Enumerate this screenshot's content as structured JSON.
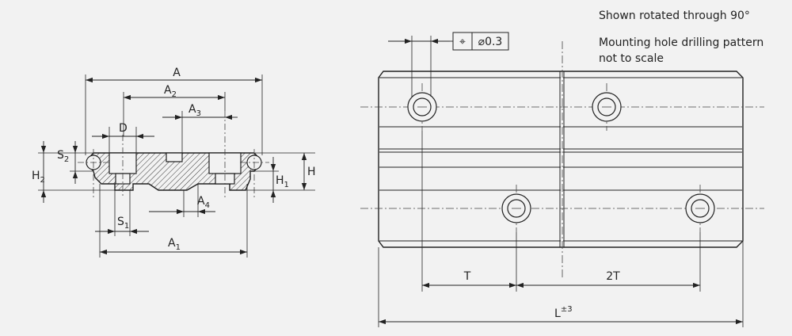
{
  "notes": {
    "rotated": "Shown rotated through 90°",
    "pattern_line1": "Mounting hole drilling pattern",
    "pattern_line2": "not to scale"
  },
  "tolerance": {
    "symbol": "⌖",
    "value": "⌀0.3"
  },
  "labels": {
    "A": "A",
    "A1": "A",
    "A1_sub": "1",
    "A2": "A",
    "A2_sub": "2",
    "A3": "A",
    "A3_sub": "3",
    "A4": "A",
    "A4_sub": "4",
    "D": "D",
    "S1": "S",
    "S1_sub": "1",
    "S2": "S",
    "S2_sub": "2",
    "H": "H",
    "H1": "H",
    "H1_sub": "1",
    "H2": "H",
    "H2_sub": "2",
    "T": "T",
    "T2": "2T",
    "L": "L",
    "L_tol": "±3"
  }
}
